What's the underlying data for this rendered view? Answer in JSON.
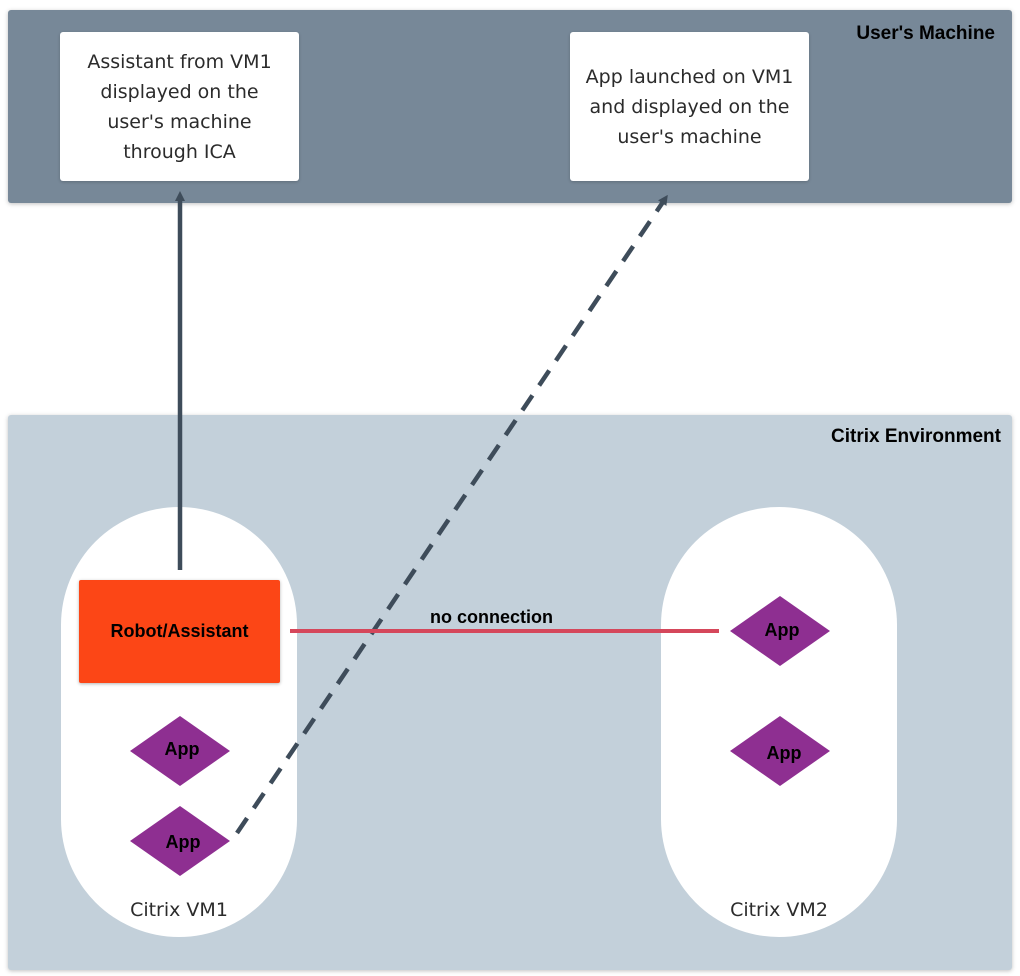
{
  "users_machine": {
    "title": "User's Machine",
    "assistant_note": [
      "Assistant from VM1",
      "displayed on the",
      "user's machine",
      "through ICA"
    ],
    "app_note": [
      "App launched on VM1",
      "and displayed on the",
      "user's machine"
    ]
  },
  "citrix_environment": {
    "title": "Citrix Environment",
    "vm1": {
      "label": "Citrix VM1",
      "robot_label": "Robot/Assistant",
      "apps": [
        "App",
        "App"
      ]
    },
    "vm2": {
      "label": "Citrix VM2",
      "apps": [
        "App",
        "App"
      ]
    },
    "connection_label": "no connection"
  },
  "colors": {
    "users_machine_bg": "#778898",
    "citrix_env_bg": "#c3d0da",
    "robot": "#fc4616",
    "app_diamond": "#8e2f91",
    "arrow": "#3e4c5a",
    "no_connection_line": "#d5475b"
  }
}
